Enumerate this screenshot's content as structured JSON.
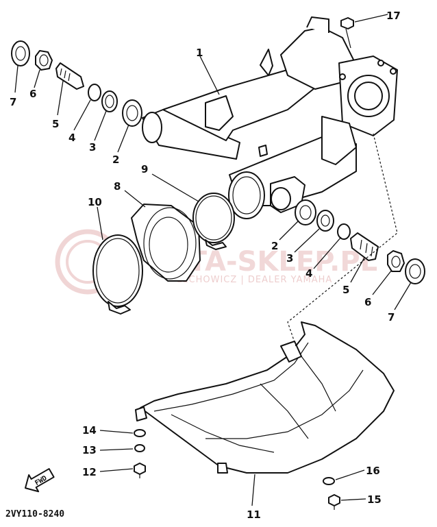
{
  "diagram": {
    "code": "2VY110-8240",
    "fwd_label": "FWD",
    "watermark": {
      "brand": "MTA-SKLEP.PL",
      "tagline": "ŁECHOWICZ | DEALER YAMAHA"
    },
    "callouts": {
      "p1": "1",
      "p2_left": "2",
      "p3_left": "3",
      "p4_left": "4",
      "p5_left": "5",
      "p6_left": "6",
      "p7_left": "7",
      "p8": "8",
      "p9": "9",
      "p10": "10",
      "p2_right": "2",
      "p3_right": "3",
      "p4_right": "4",
      "p5_right": "5",
      "p6_right": "6",
      "p7_right": "7",
      "p11": "11",
      "p12": "12",
      "p13": "13",
      "p14": "14",
      "p15": "15",
      "p16": "16",
      "p17": "17"
    }
  }
}
